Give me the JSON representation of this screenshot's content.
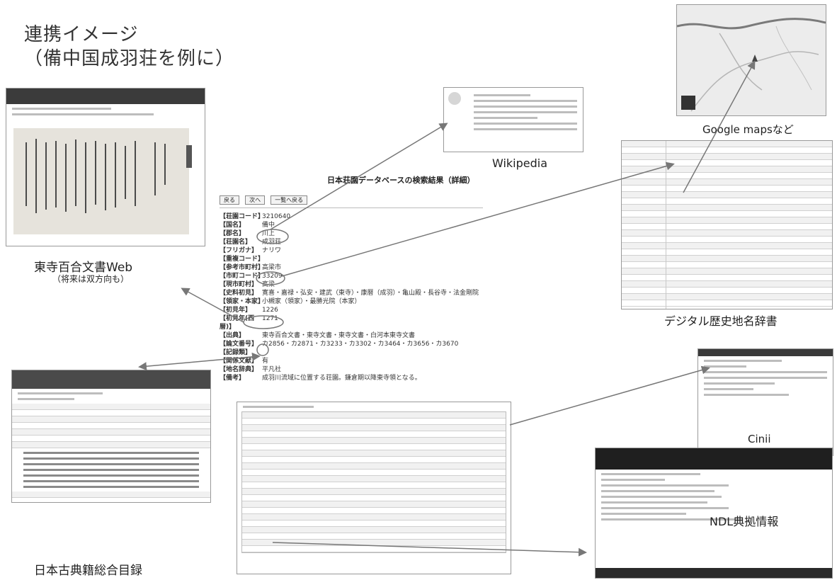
{
  "title_line1": "連携イメージ",
  "title_line2": "（備中国成羽荘を例に）",
  "labels": {
    "toji": "東寺百合文書Web",
    "toji_sub": "（将来は双方向も）",
    "wikipedia": "Wikipedia",
    "google_maps": "Google mapsなど",
    "digital_chimei": "デジタル歴史地名辞書",
    "cinii": "Cinii",
    "ndl": "NDL典拠情報",
    "kotenseki": "日本古典籍総合目録"
  },
  "center_title": "日本荘園データベースの検索結果（詳細）",
  "result": {
    "buttons": [
      "戻る",
      "次へ",
      "一覧へ戻る"
    ],
    "rows": [
      {
        "key": "【荘園コード】",
        "val": "3210640"
      },
      {
        "key": "【国名】",
        "val": "備中"
      },
      {
        "key": "【郡名】",
        "val": "川上"
      },
      {
        "key": "【荘園名】",
        "val": "成羽荘"
      },
      {
        "key": "【フリガナ】",
        "val": "ナリワ"
      },
      {
        "key": "【重複コード】",
        "val": ""
      },
      {
        "key": "【参考市町村】",
        "val": "高梁市"
      },
      {
        "key": "【市町コード】",
        "val": "33209"
      },
      {
        "key": "【現市町村】",
        "val": "高梁"
      },
      {
        "key": "【史料初見】",
        "val": "寛喜・嘉禄・弘安・建武（東寺）・康暦（成羽）・亀山殿・長谷寺・法金剛院"
      },
      {
        "key": "【領家・本家】",
        "val": "小槻家（領家）・最勝光院（本家）"
      },
      {
        "key": "【初見年】",
        "val": "1226"
      },
      {
        "key": "【初見年(西暦)】",
        "val": "1271"
      },
      {
        "key": "【出典】",
        "val": "東寺百合文書・東寺文書・東寺文書・白河本東寺文書"
      },
      {
        "key": "【論文番号】",
        "val": "カ2856・カ2871・カ3233・カ3302・カ3464・カ3656・カ3670"
      },
      {
        "key": "【記録類】",
        "val": ""
      },
      {
        "key": "【関係文献】",
        "val": "有"
      },
      {
        "key": "【地名辞典】",
        "val": "平凡社"
      },
      {
        "key": "【備考】",
        "val": "成羽川流域に位置する荘園。鎌倉期以降東寺領となる。"
      }
    ]
  }
}
